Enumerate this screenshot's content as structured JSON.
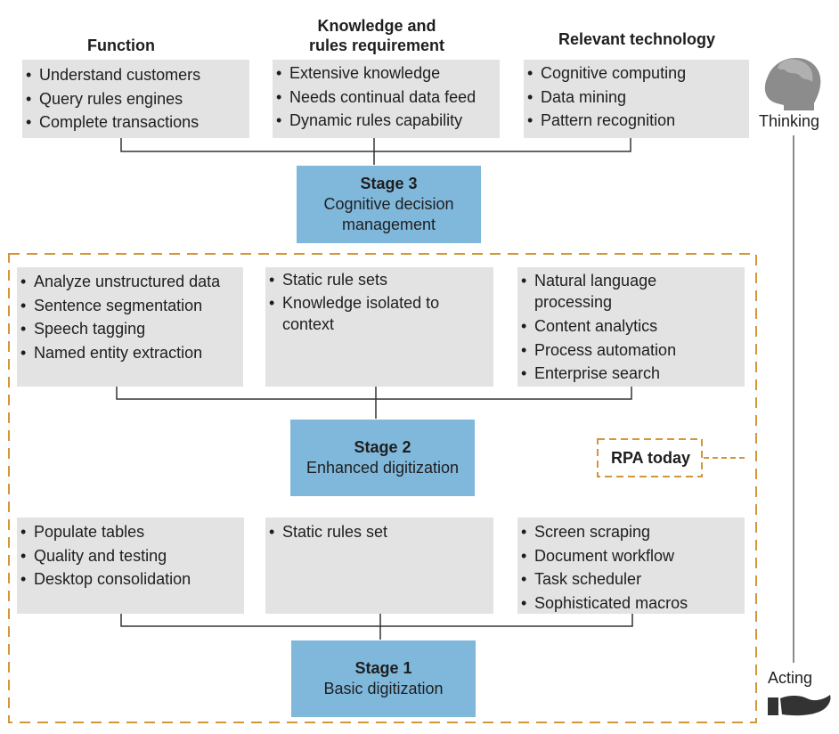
{
  "headers": {
    "function": "Function",
    "knowledge": "Knowledge and rules requirement",
    "knowledge_line1": "Knowledge and",
    "knowledge_line2": "rules requirement",
    "technology": "Relevant technology"
  },
  "stage3": {
    "title": "Stage 3",
    "subtitle_line1": "Cognitive decision",
    "subtitle_line2": "management",
    "function_items": [
      "Understand customers",
      "Query rules engines",
      "Complete transactions"
    ],
    "knowledge_items": [
      "Extensive knowledge",
      "Needs continual data feed",
      "Dynamic rules capability"
    ],
    "technology_items": [
      "Cognitive computing",
      "Data mining",
      "Pattern recognition"
    ]
  },
  "stage2": {
    "title": "Stage 2",
    "subtitle": "Enhanced digitization",
    "function_items": [
      "Analyze unstructured data",
      "Sentence segmentation",
      "Speech tagging",
      "Named entity extraction"
    ],
    "knowledge_items": [
      "Static rule sets",
      "Knowledge isolated to context"
    ],
    "technology_items": [
      "Natural language processing",
      "Content analytics",
      "Process automation",
      "Enterprise search"
    ]
  },
  "stage1": {
    "title": "Stage 1",
    "subtitle": "Basic digitization",
    "function_items": [
      "Populate tables",
      "Quality and testing",
      "Desktop consolidation"
    ],
    "knowledge_items": [
      "Static rules set"
    ],
    "technology_items": [
      "Screen scraping",
      "Document workflow",
      "Task scheduler",
      "Sophisticated macros"
    ]
  },
  "rpa_label": "RPA today",
  "scale": {
    "top_label": "Thinking",
    "bottom_label": "Acting",
    "top_icon": "head-brain-icon",
    "bottom_icon": "open-hand-icon"
  },
  "colors": {
    "stage_box": "#80b8dc",
    "content_box": "#e3e3e3",
    "dashed_frame": "#d4963a",
    "connector": "#333333",
    "icon_gray": "#8c8c8c"
  }
}
